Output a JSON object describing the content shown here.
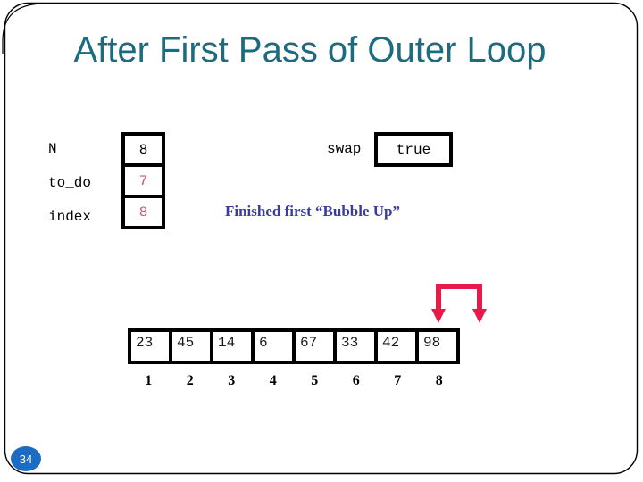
{
  "slide": {
    "title": "After First Pass of Outer Loop",
    "page_number": "34"
  },
  "variables": [
    {
      "name": "N",
      "value": "8"
    },
    {
      "name": "to_do",
      "value": "7"
    },
    {
      "name": "index",
      "value": "8"
    }
  ],
  "swap": {
    "label": "swap",
    "value": "true"
  },
  "annotation": {
    "text": "Finished first “Bubble Up”"
  },
  "array": {
    "values": [
      "23",
      "45",
      "14",
      "6",
      "67",
      "33",
      "42",
      "98"
    ],
    "indices": [
      "1",
      "2",
      "3",
      "4",
      "5",
      "6",
      "7",
      "8"
    ]
  },
  "icons": {
    "bubble_arrow": "double-down-bracket-arrow"
  },
  "colors": {
    "title_teal": "#1d6b7e",
    "highlight_value_rose": "#c25672",
    "annotation_blue": "#3a3aa0",
    "arrow_red": "#e81a4a",
    "badge_blue": "#1b6cc2",
    "border_black": "#000000"
  }
}
